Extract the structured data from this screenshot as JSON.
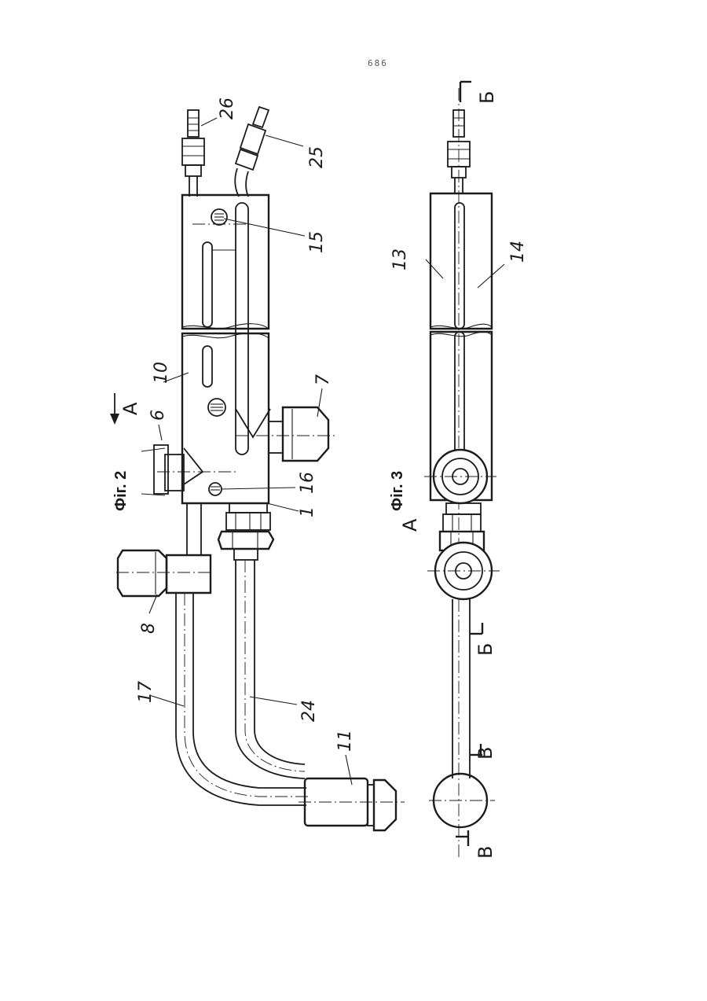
{
  "page_number": "686",
  "figure_a": {
    "caption": "Фіг. 2",
    "view_arrow": "A",
    "callouts": [
      "26",
      "25",
      "15",
      "10",
      "6",
      "7",
      "16",
      "1",
      "8",
      "17",
      "24",
      "11"
    ]
  },
  "figure_b": {
    "caption": "Фіг. 3",
    "view_label": "A",
    "callouts": [
      "13",
      "14"
    ],
    "section_marks": [
      "Б",
      "Б",
      "В",
      "В"
    ]
  }
}
